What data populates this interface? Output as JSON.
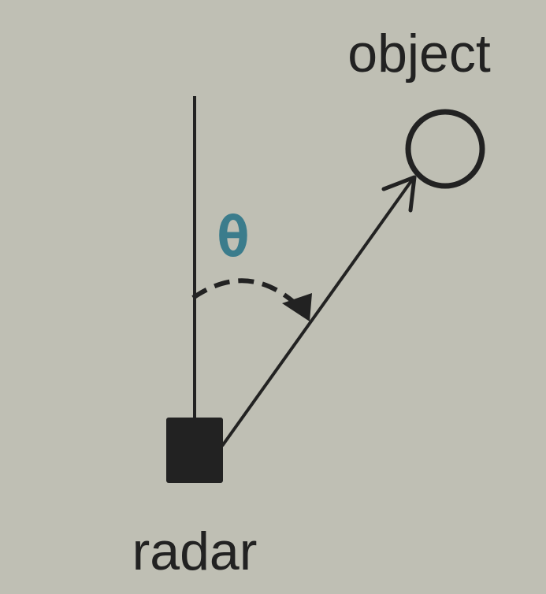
{
  "labels": {
    "object": "object",
    "radar": "radar",
    "angle": "θ"
  },
  "colors": {
    "background": "#bfbfb4",
    "stroke": "#222222",
    "angle_label": "#3b7c8c"
  },
  "icons": {
    "radar": "filled-square",
    "object": "hollow-circle"
  }
}
